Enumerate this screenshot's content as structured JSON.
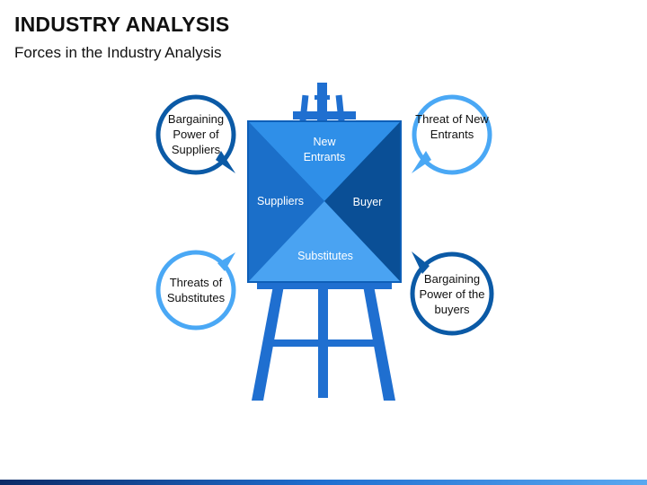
{
  "header": {
    "title": "INDUSTRY ANALYSIS",
    "subtitle": "Forces in the Industry Analysis"
  },
  "board": {
    "top_label": "New Entrants",
    "left_label": "Suppliers",
    "right_label": "Buyer",
    "bottom_label": "Substitutes"
  },
  "bubbles": {
    "top_left": "Bargaining Power of Suppliers",
    "top_right": "Threat of New Entrants",
    "bottom_left": "Threats of Substitutes",
    "bottom_right": "Bargaining Power of the buyers"
  },
  "colors": {
    "top_triangle": "#2f8fe8",
    "left_triangle": "#1b6fc9",
    "right_triangle": "#0a4f96",
    "bottom_triangle": "#4aa3f2",
    "easel": "#1f6fd0",
    "bubble_dark": "#0b5aa6",
    "bubble_light": "#4aa8f5",
    "background": "#ffffff"
  }
}
